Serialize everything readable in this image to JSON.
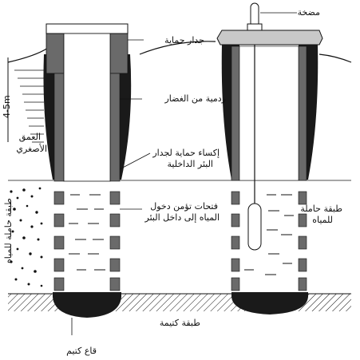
{
  "labels": {
    "platform": "مضخة",
    "protection_wall": "جدار حماية",
    "gravel_backfill": "ردمية من الغضار",
    "inner_lining_line1": "إكساء حماية لجدار",
    "inner_lining_line2": "البئر الداخلية",
    "openings_line1": "فتحات تؤمن دخول",
    "openings_line2": "المياه إلى داخل البئر",
    "water_layer_right_line1": "طبقة حاملة",
    "water_layer_right_line2": "للمياه",
    "impermeable_layer": "طبقة كتيمة",
    "impermeable_bottom": "قاع كتيم",
    "min_depth_line1": "العمق",
    "min_depth_line2": "الأصغري",
    "depth_range": "4-5m",
    "water_layer_left": "طبقة حاملة للمياه"
  },
  "colors": {
    "line": "#111111",
    "dark_fill": "#1a1a1a",
    "wall_grey": "#6a6a6a",
    "cap_grey": "#c8c8c8"
  }
}
